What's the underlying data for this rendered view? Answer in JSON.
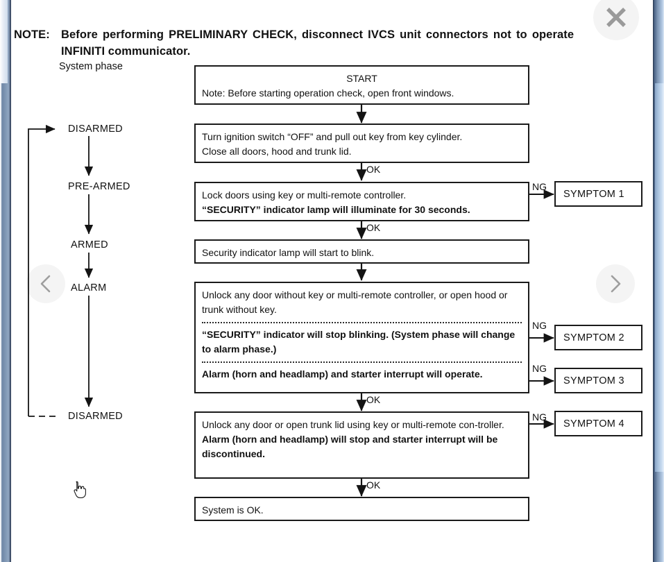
{
  "document": {
    "note": {
      "label": "NOTE:",
      "line1": "Before performing PRELIMINARY CHECK, disconnect IVCS unit connectors not to operate",
      "line2": "INFINITI communicator."
    },
    "phase_column": {
      "title": "System phase",
      "labels": [
        "DISARMED",
        "PRE-ARMED",
        "ARMED",
        "ALARM",
        "DISARMED"
      ]
    },
    "flow_boxes": [
      {
        "id": "start",
        "lines": [
          {
            "text": "START",
            "bold": false,
            "center": true
          },
          {
            "text": "Note: Before starting operation check, open front windows.",
            "bold": false,
            "center": false
          }
        ]
      },
      {
        "id": "ignition-off",
        "lines": [
          {
            "text": "Turn ignition switch “OFF” and pull out key from key cylinder.",
            "bold": false,
            "center": false
          },
          {
            "text": "Close all doors, hood and trunk lid.",
            "bold": false,
            "center": false
          }
        ]
      },
      {
        "id": "lock-doors",
        "lines": [
          {
            "text": "Lock doors using key or multi-remote controller.",
            "bold": false,
            "center": false
          },
          {
            "text": "“SECURITY” indicator lamp will illuminate for 30 seconds.",
            "bold": true,
            "center": false
          }
        ]
      },
      {
        "id": "indicator-blink",
        "lines": [
          {
            "text": "Security indicator lamp will start to blink.",
            "bold": false,
            "center": false
          }
        ]
      },
      {
        "id": "unlock-without-key",
        "lines": [
          {
            "text": "Unlock any door without key or multi-remote controller, or open hood or trunk without key.",
            "bold": false,
            "center": false
          },
          {
            "rule": true
          },
          {
            "text": "“SECURITY” indicator will stop blinking. (System phase will change to alarm phase.)",
            "bold": true,
            "center": false
          },
          {
            "rule": true
          },
          {
            "text": "Alarm (horn and headlamp) and starter interrupt will operate.",
            "bold": true,
            "center": false
          }
        ]
      },
      {
        "id": "unlock-with-key",
        "lines": [
          {
            "text": "Unlock any door or open trunk lid using key or multi-remote con-troller.",
            "bold": false,
            "center": false
          },
          {
            "text": "Alarm (horn and headlamp) will stop and starter interrupt will be discontinued.",
            "bold": true,
            "center": false
          }
        ]
      },
      {
        "id": "system-ok",
        "lines": [
          {
            "text": "System is OK.",
            "bold": false,
            "center": false
          }
        ]
      }
    ],
    "symptom_boxes": [
      {
        "id": "symptom-1",
        "label": "SYMPTOM 1"
      },
      {
        "id": "symptom-2",
        "label": "SYMPTOM 2"
      },
      {
        "id": "symptom-3",
        "label": "SYMPTOM 3"
      },
      {
        "id": "symptom-4",
        "label": "SYMPTOM 4"
      }
    ],
    "edge_labels": {
      "ok": "OK",
      "ng": "NG",
      "ok_occurrences": 5,
      "ng_occurrences": 4
    }
  },
  "viewer": {
    "close_label": "×",
    "prev_label": "‹",
    "next_label": "›",
    "colors": {
      "ink": "#111111",
      "page_background": "#ffffff",
      "chrome_blue": "#7e95b2",
      "control_grey": "#9a9a9a"
    }
  }
}
